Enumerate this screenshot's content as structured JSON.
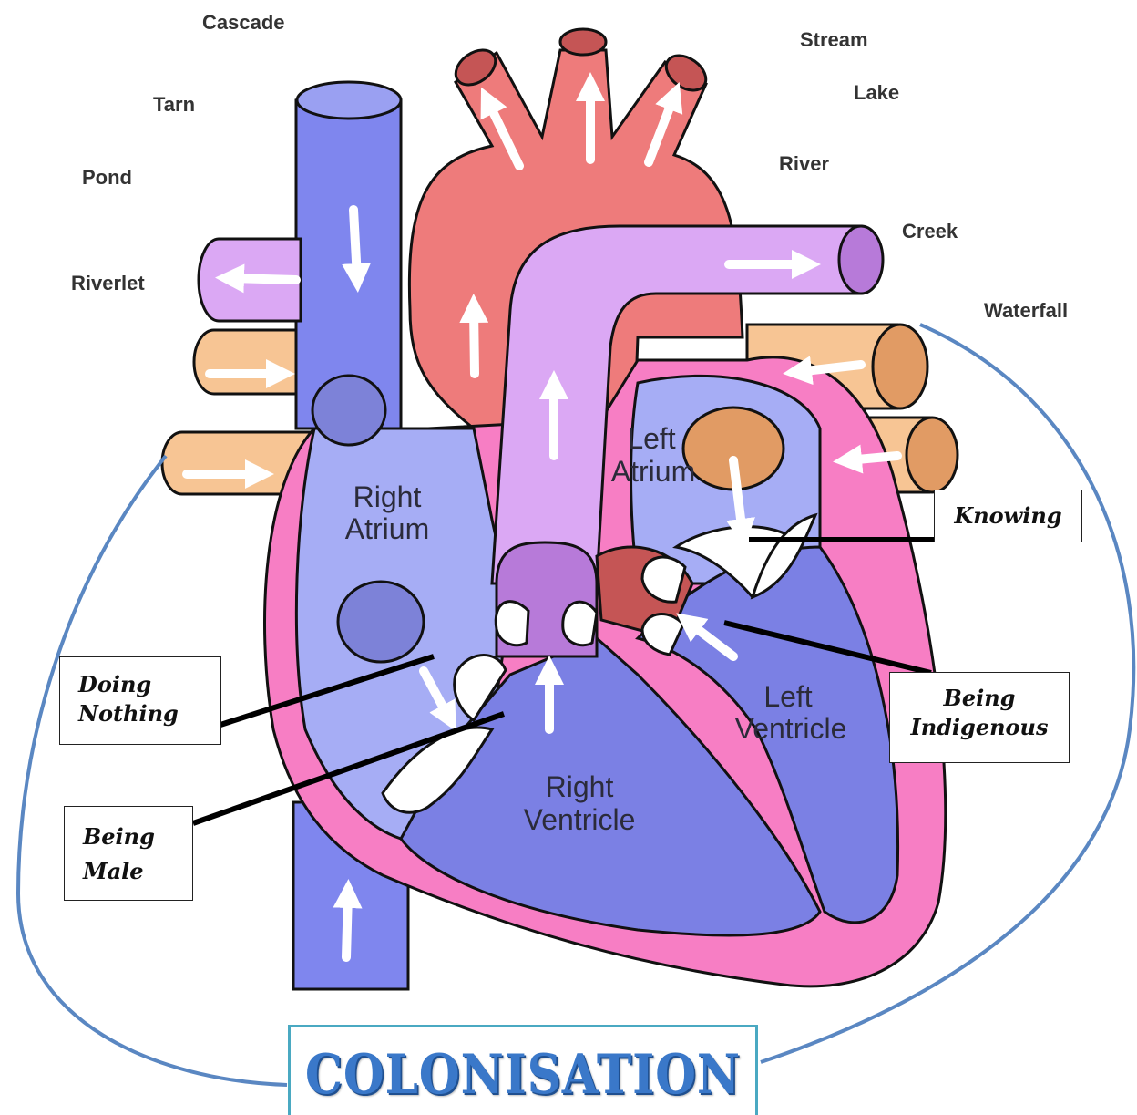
{
  "water_labels": [
    "Cascade",
    "Stream",
    "Lake",
    "Tarn",
    "River",
    "Pond",
    "Creek",
    "Riverlet",
    "Waterfall"
  ],
  "chambers": {
    "right_atrium": [
      "Right",
      "Atrium"
    ],
    "left_atrium": [
      "Left",
      "Atrium"
    ],
    "right_ventricle": [
      "Right",
      "Ventricle"
    ],
    "left_ventricle": [
      "Left",
      "Ventricle"
    ]
  },
  "callouts": {
    "knowing": "Knowing",
    "being_indigenous": [
      "Being",
      "Indigenous"
    ],
    "doing_nothing": [
      "Doing",
      "Nothing"
    ],
    "being_male": [
      "Being",
      "Male"
    ]
  },
  "title": "COLONISATION",
  "colors": {
    "aorta": "#ee7b7b",
    "vena_cava": "#7f86ee",
    "pulmonary_artery": "#dba8f4",
    "pulmonary_vein": "#f7c594",
    "heart_wall": "#f77ec4",
    "atrium": "#a6adf5",
    "ventricle": "#7b80e4",
    "outline": "#5a87c2",
    "title": "#3a78c9"
  }
}
